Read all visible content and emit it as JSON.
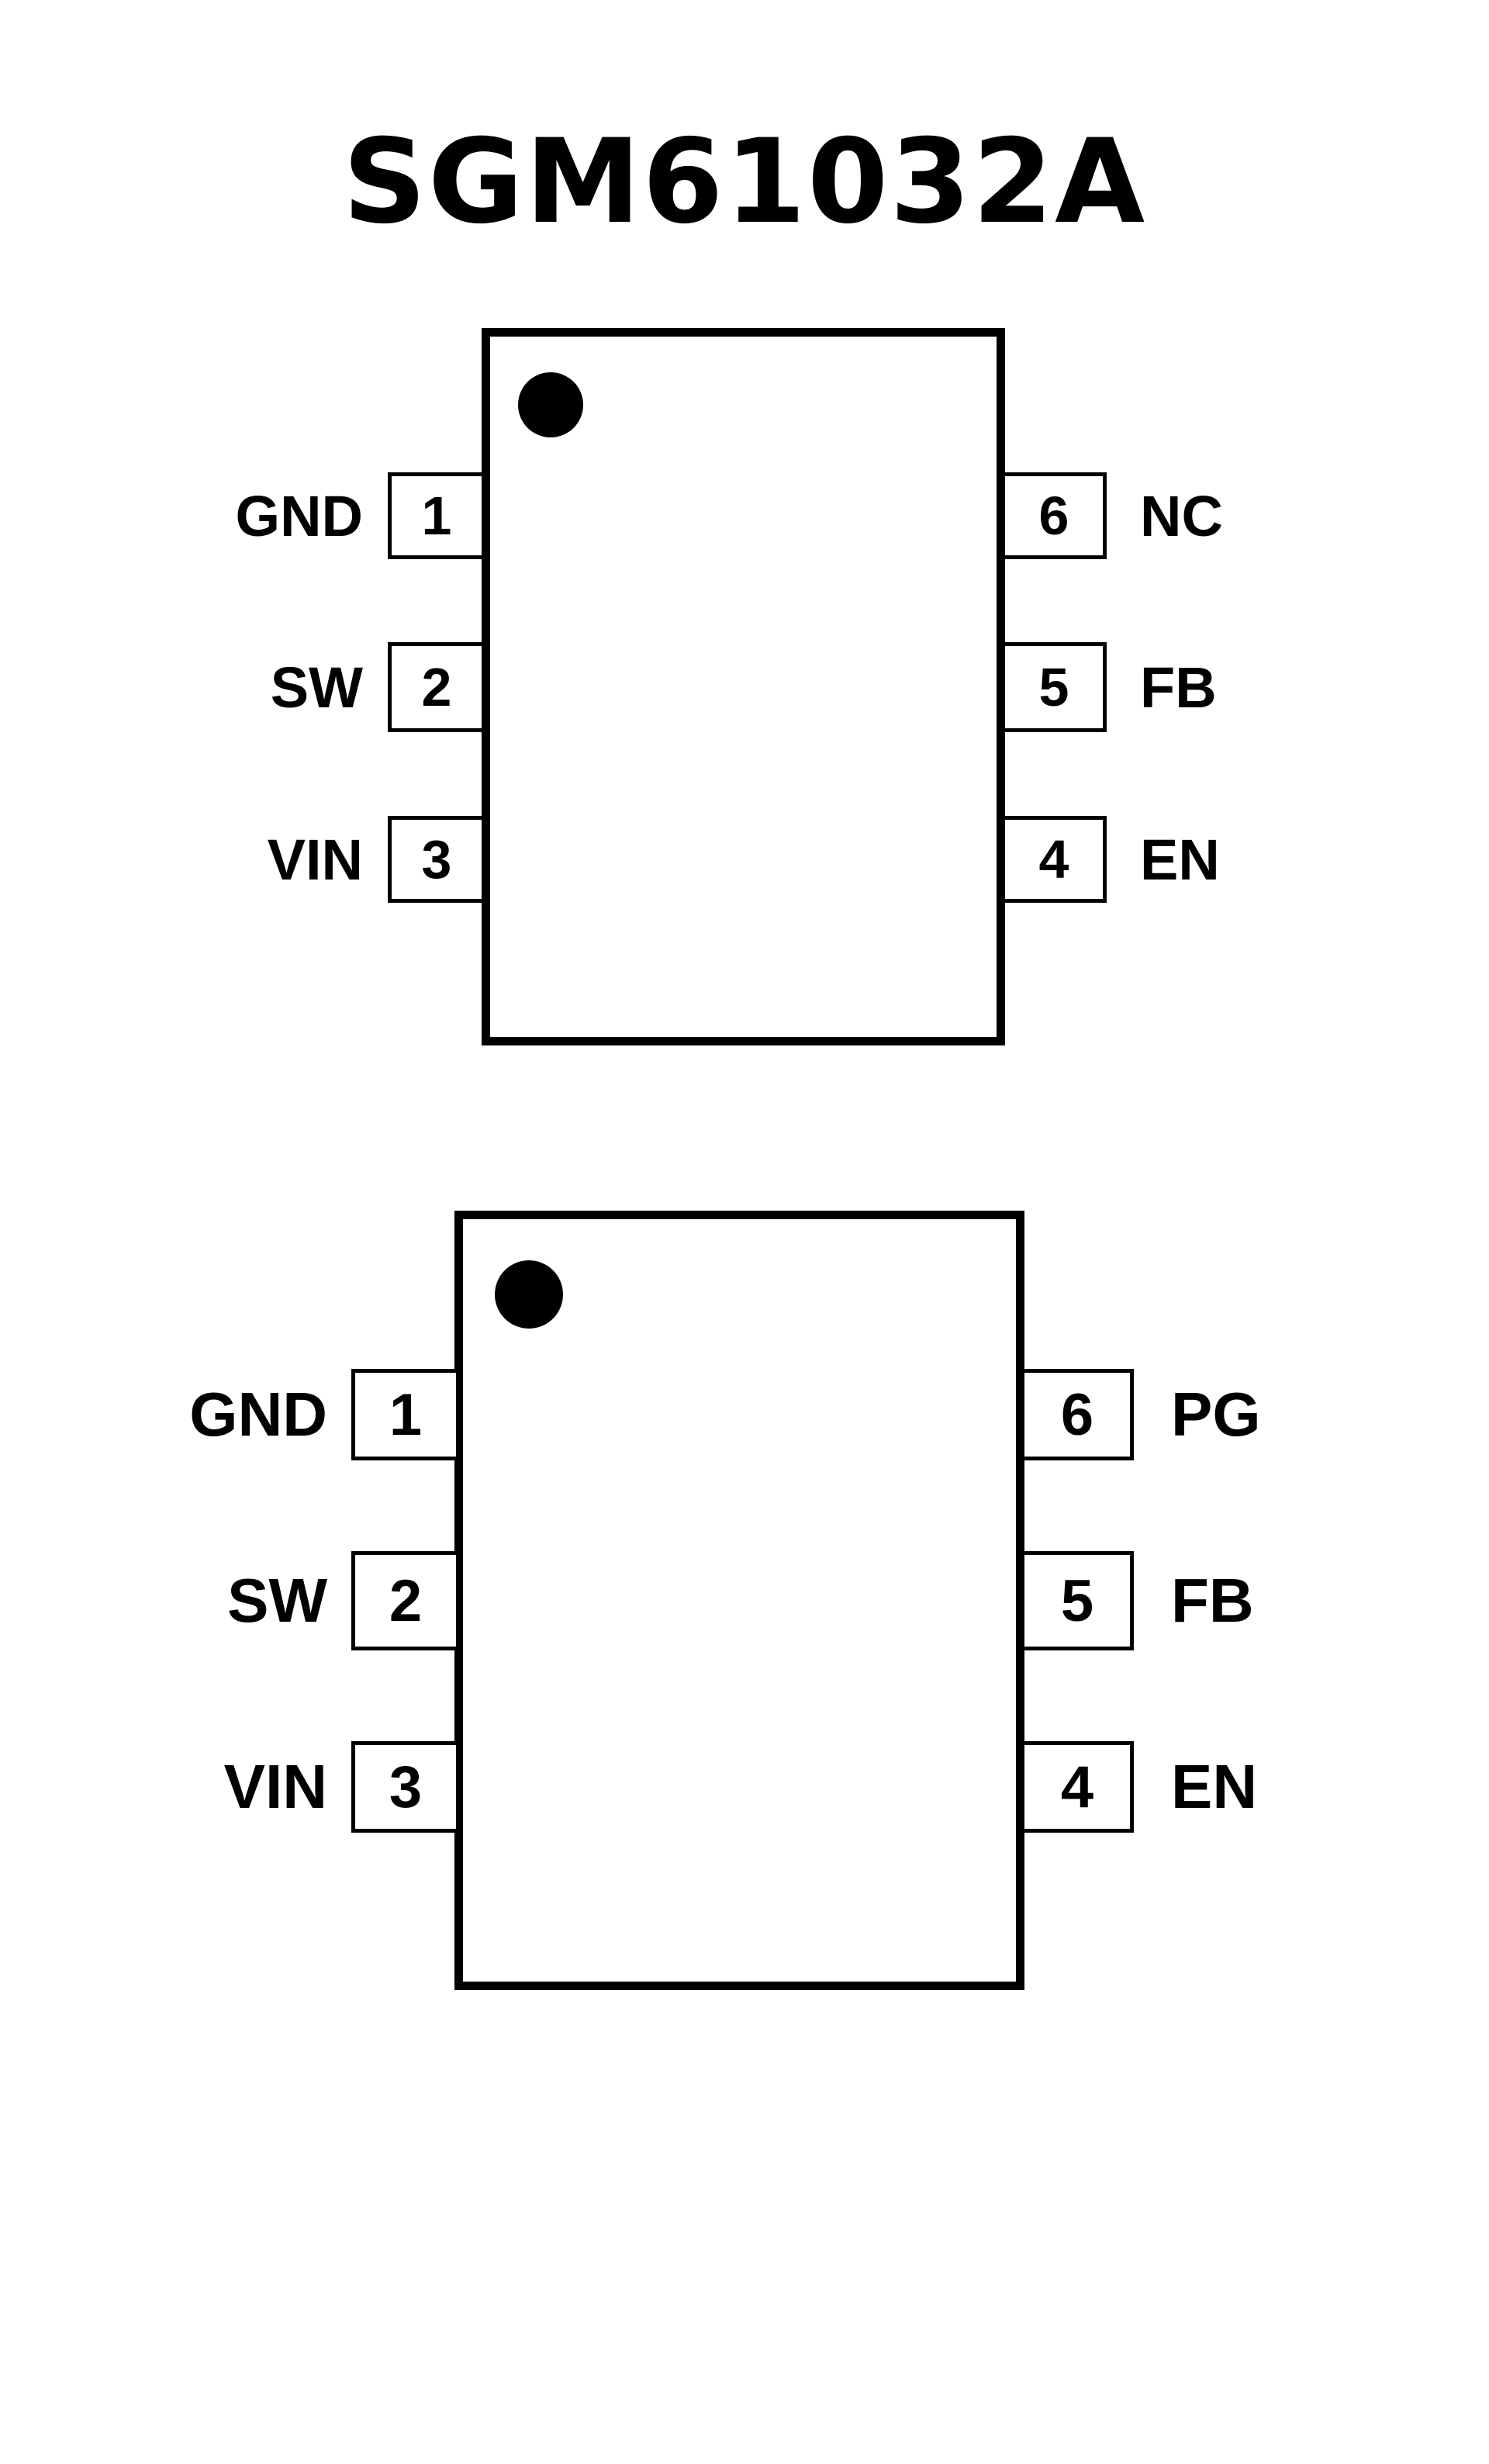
{
  "title": "SGM61032A",
  "packages": [
    {
      "left_pins": [
        {
          "number": "1",
          "name": "GND"
        },
        {
          "number": "2",
          "name": "SW"
        },
        {
          "number": "3",
          "name": "VIN"
        }
      ],
      "right_pins": [
        {
          "number": "6",
          "name": "NC"
        },
        {
          "number": "5",
          "name": "FB"
        },
        {
          "number": "4",
          "name": "EN"
        }
      ]
    },
    {
      "left_pins": [
        {
          "number": "1",
          "name": "GND"
        },
        {
          "number": "2",
          "name": "SW"
        },
        {
          "number": "3",
          "name": "VIN"
        }
      ],
      "right_pins": [
        {
          "number": "6",
          "name": "PG"
        },
        {
          "number": "5",
          "name": "FB"
        },
        {
          "number": "4",
          "name": "EN"
        }
      ]
    }
  ]
}
